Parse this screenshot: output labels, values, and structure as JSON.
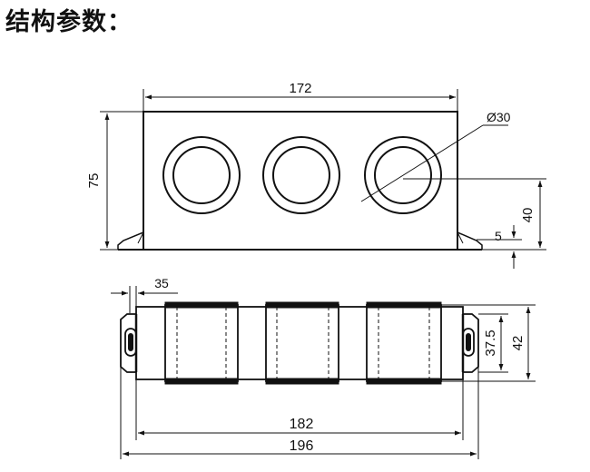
{
  "title": "结构参数：",
  "dimensions": {
    "top_width": "172",
    "height": "75",
    "hole_diameter": "Ø30",
    "hole_center_height": "40",
    "base_thickness": "5",
    "spacing": "35",
    "inner_length": "182",
    "overall_length": "196",
    "inner_depth": "37.5",
    "overall_depth": "42"
  }
}
